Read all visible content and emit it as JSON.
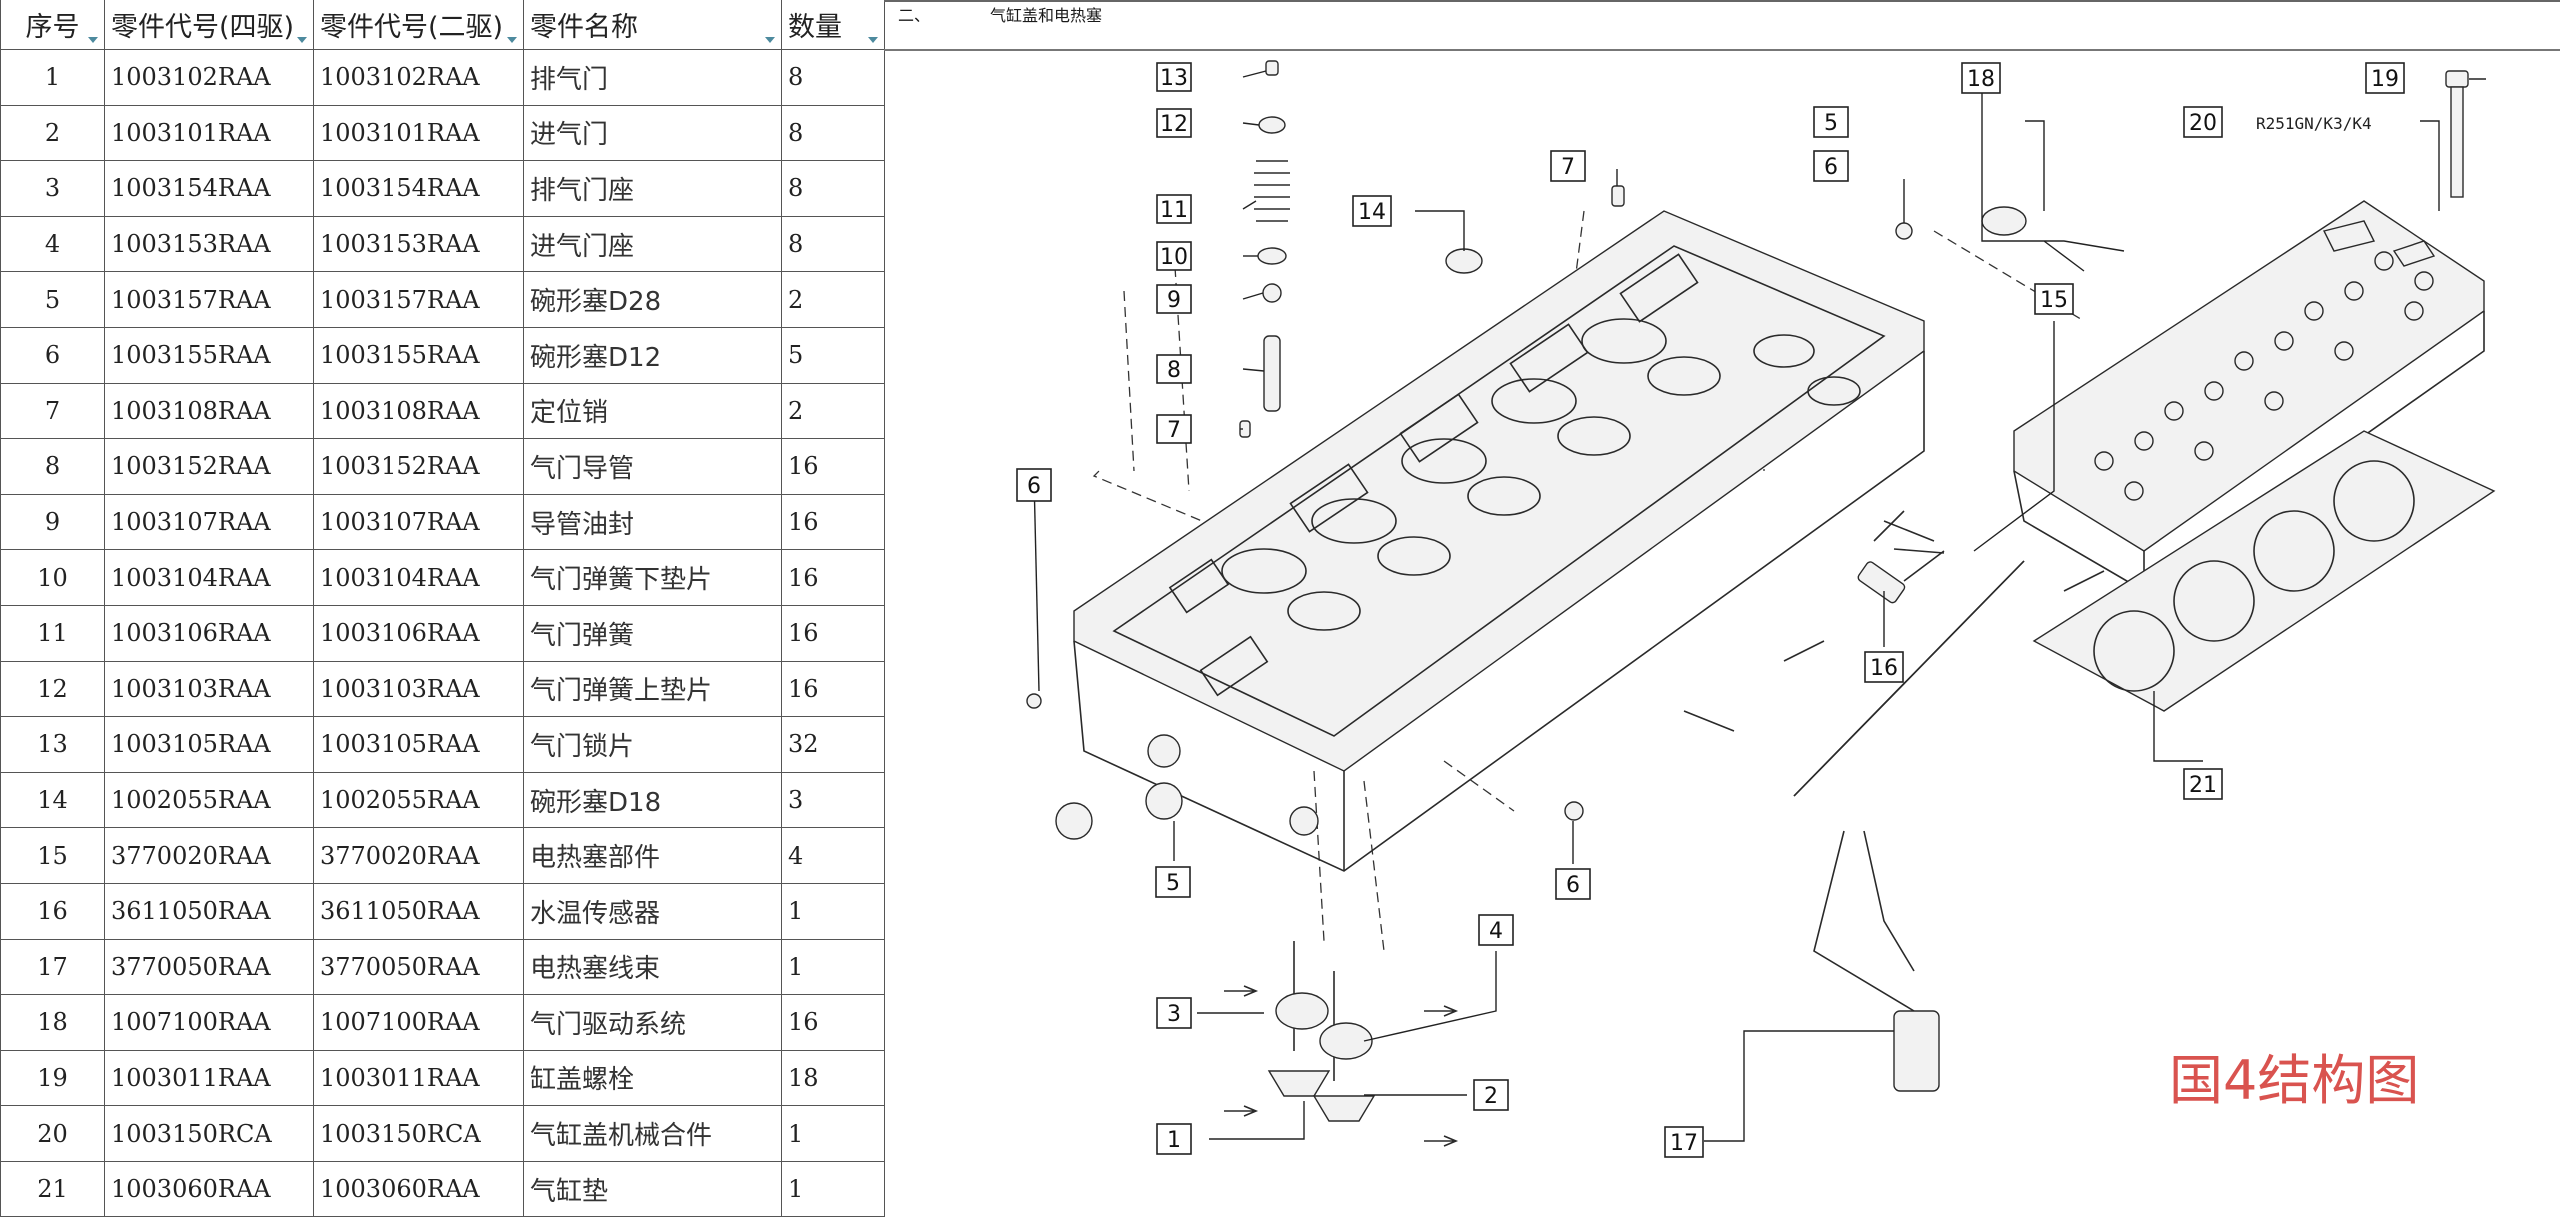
{
  "table": {
    "headers": [
      "序号",
      "零件代号(四驱)",
      "零件代号(二驱)",
      "零件名称",
      "数量"
    ],
    "rows": [
      [
        "1",
        "1003102RAA",
        "1003102RAA",
        "排气门",
        "8"
      ],
      [
        "2",
        "1003101RAA",
        "1003101RAA",
        "进气门",
        "8"
      ],
      [
        "3",
        "1003154RAA",
        "1003154RAA",
        "排气门座",
        "8"
      ],
      [
        "4",
        "1003153RAA",
        "1003153RAA",
        "进气门座",
        "8"
      ],
      [
        "5",
        "1003157RAA",
        "1003157RAA",
        "碗形塞D28",
        "2"
      ],
      [
        "6",
        "1003155RAA",
        "1003155RAA",
        "碗形塞D12",
        "5"
      ],
      [
        "7",
        "1003108RAA",
        "1003108RAA",
        "定位销",
        "2"
      ],
      [
        "8",
        "1003152RAA",
        "1003152RAA",
        "气门导管",
        "16"
      ],
      [
        "9",
        "1003107RAA",
        "1003107RAA",
        "导管油封",
        "16"
      ],
      [
        "10",
        "1003104RAA",
        "1003104RAA",
        "气门弹簧下垫片",
        "16"
      ],
      [
        "11",
        "1003106RAA",
        "1003106RAA",
        "气门弹簧",
        "16"
      ],
      [
        "12",
        "1003103RAA",
        "1003103RAA",
        "气门弹簧上垫片",
        "16"
      ],
      [
        "13",
        "1003105RAA",
        "1003105RAA",
        "气门锁片",
        "32"
      ],
      [
        "14",
        "1002055RAA",
        "1002055RAA",
        "碗形塞D18",
        "3"
      ],
      [
        "15",
        "3770020RAA",
        "3770020RAA",
        "电热塞部件",
        "4"
      ],
      [
        "16",
        "3611050RAA",
        "3611050RAA",
        "水温传感器",
        "1"
      ],
      [
        "17",
        "3770050RAA",
        "3770050RAA",
        "电热塞线束",
        "1"
      ],
      [
        "18",
        "1007100RAA",
        "1007100RAA",
        "气门驱动系统",
        "16"
      ],
      [
        "19",
        "1003011RAA",
        "1003011RAA",
        "缸盖螺栓",
        "18"
      ],
      [
        "20",
        "1003150RCA",
        "1003150RCA",
        "气缸盖机械合件",
        "1"
      ],
      [
        "21",
        "1003060RAA",
        "1003060RAA",
        "气缸垫",
        "1"
      ]
    ]
  },
  "section": {
    "number": "二、",
    "title": "气缸盖和电热塞"
  },
  "diagram": {
    "watermark": "国4结构图",
    "spec_label": "R251GN/K3/K4",
    "watermark_color": "#d9534f"
  }
}
